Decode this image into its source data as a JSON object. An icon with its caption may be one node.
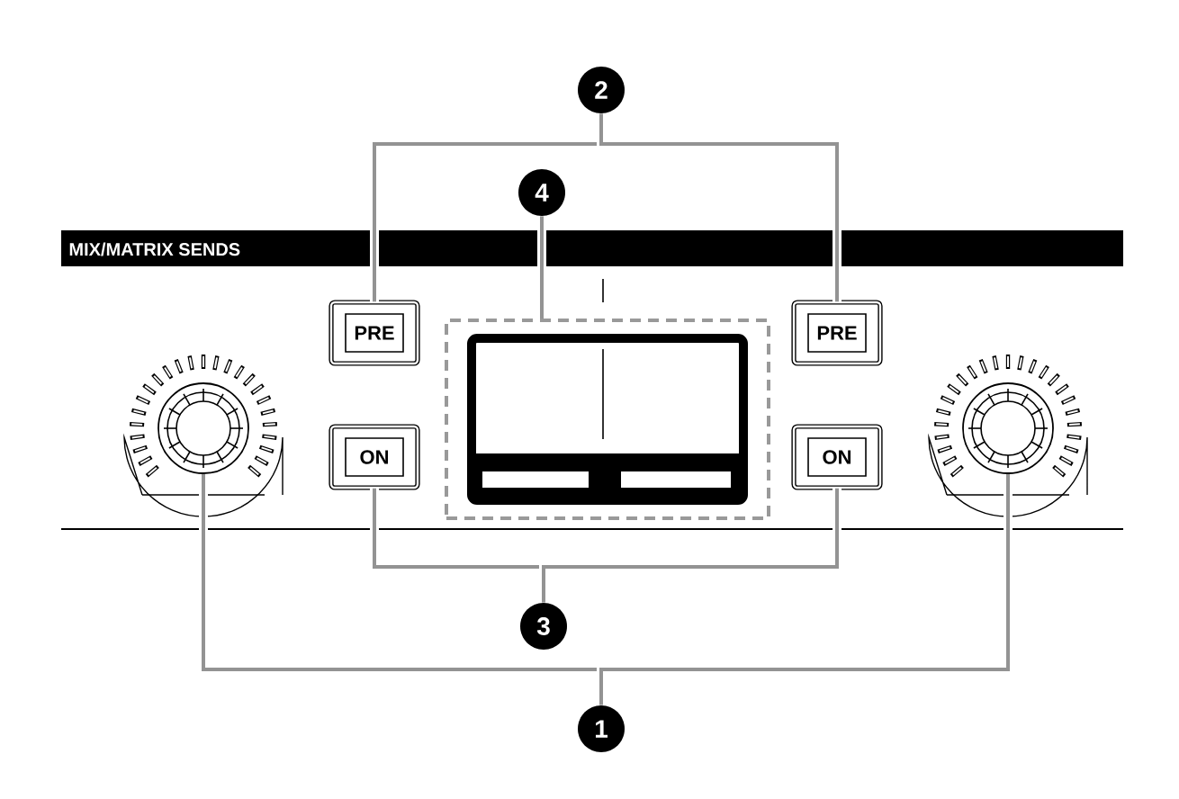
{
  "diagram": {
    "nodes": [
      {
        "text": [
          "2"
        ]
      },
      {
        "text": [
          "PRE"
        ]
      },
      {
        "text": [
          "PRE"
        ]
      },
      {
        "text": [
          "4"
        ]
      },
      {
        "text": [],
        "shape": "box"
      },
      {
        "text": [
          "ON"
        ]
      },
      {
        "text": [
          "ON"
        ]
      },
      {
        "text": [],
        "shape": "circle"
      },
      {
        "text": [],
        "shape": "circle"
      },
      {
        "text": [
          "3"
        ]
      },
      {
        "text": [
          "1"
        ]
      }
    ],
    "edges": [
      {
        "from": 0,
        "to": 1,
        "arrow": "none"
      },
      {
        "from": 0,
        "to": 2,
        "arrow": "none"
      },
      {
        "from": 3,
        "to": 4,
        "arrow": "none"
      },
      {
        "from": 9,
        "to": 5,
        "arrow": "none"
      },
      {
        "from": 9,
        "to": 6,
        "arrow": "none"
      },
      {
        "from": 10,
        "to": 7,
        "arrow": "none"
      },
      {
        "from": 10,
        "to": 8,
        "arrow": "none"
      }
    ],
    "labels": [
      "MIX/MATRIX SENDS"
    ]
  }
}
